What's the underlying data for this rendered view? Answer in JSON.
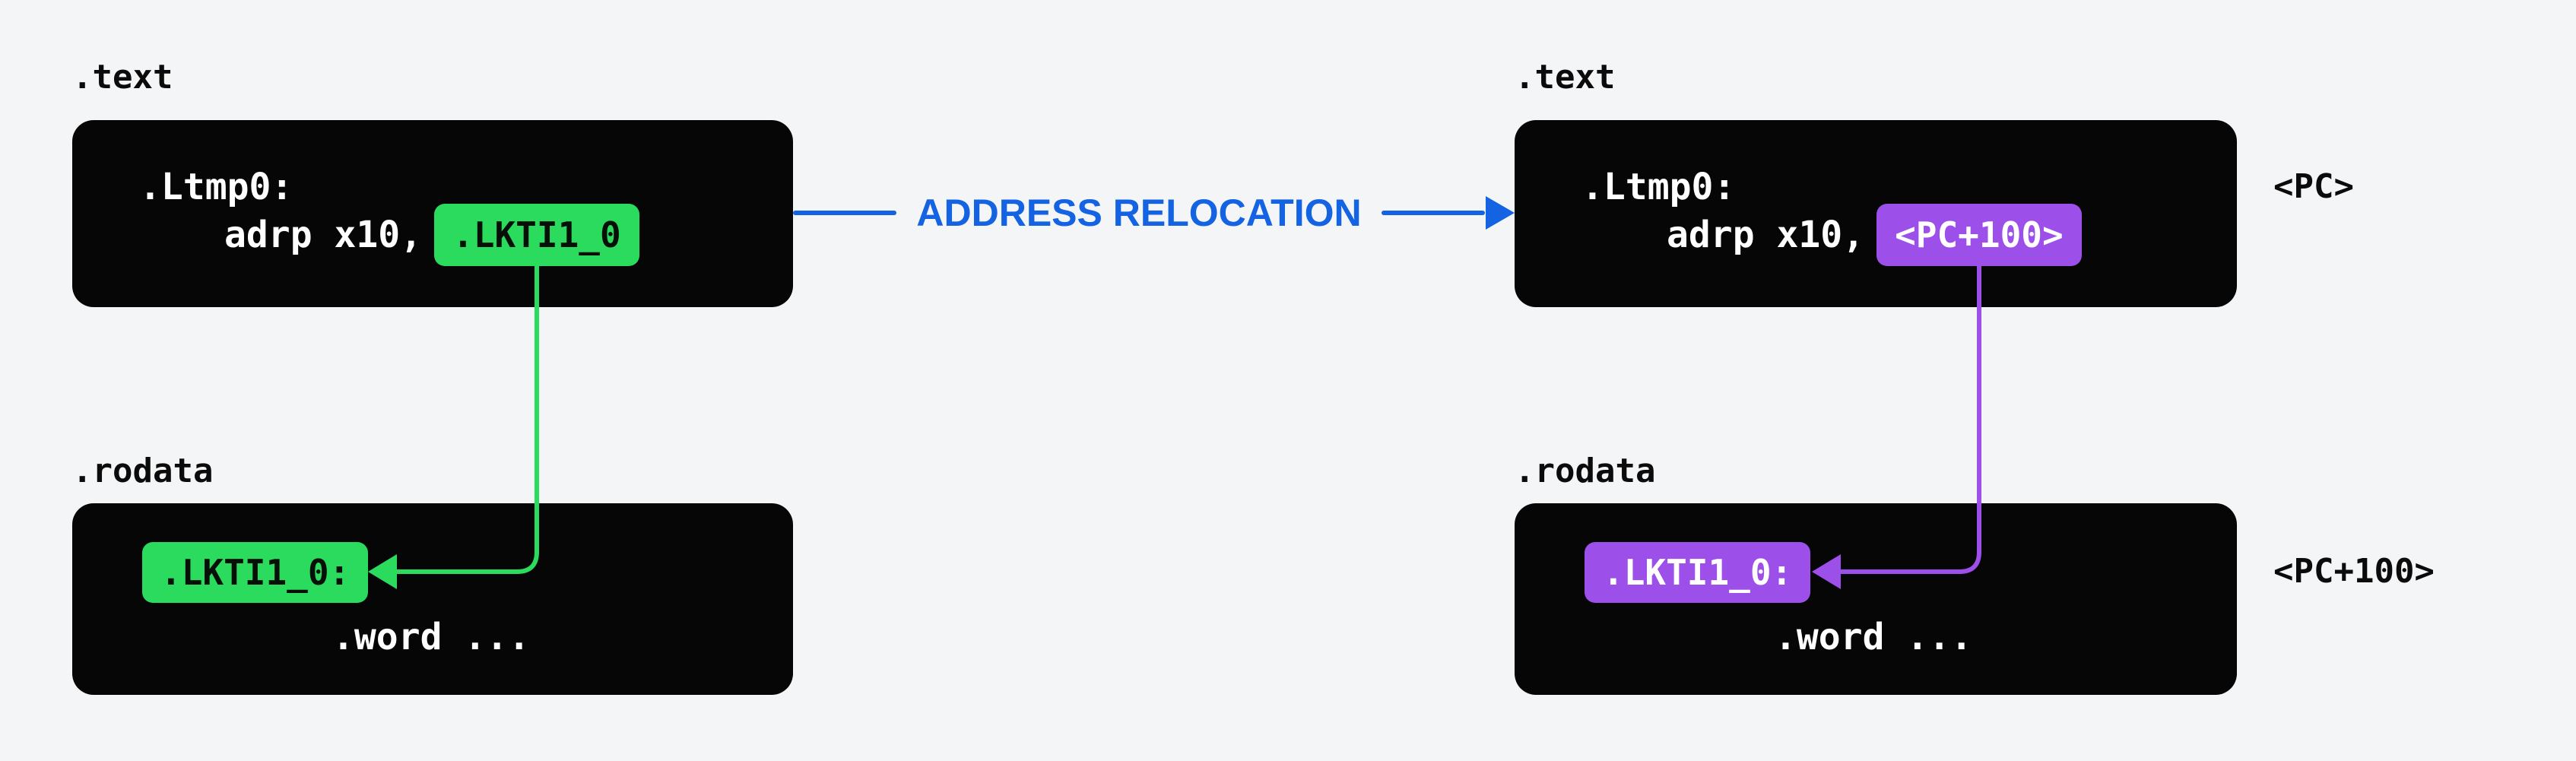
{
  "colors": {
    "background": "#f4f5f7",
    "box": "#060606",
    "green": "#2bdb5e",
    "purple": "#9c4fe9",
    "blue": "#1463e2",
    "label_text": "#0b0b0b",
    "code_text": "#ffffff",
    "badge_text_on_green": "#071008",
    "badge_text_on_purple": "#ffffff"
  },
  "relocation": {
    "label": "ADDRESS RELOCATION"
  },
  "left": {
    "text_section": {
      "label": ".text",
      "symbol_line": ".Ltmp0:",
      "instruction": "adrp x10,",
      "operand_badge": ".LKTI1_0"
    },
    "rodata_section": {
      "label": ".rodata",
      "symbol_badge": ".LKTI1_0:",
      "data_line": ".word ..."
    }
  },
  "right": {
    "text_section": {
      "label": ".text",
      "symbol_line": ".Ltmp0:",
      "instruction": "adrp x10,",
      "operand_badge": "<PC+100>",
      "annotation": "<PC>"
    },
    "rodata_section": {
      "label": ".rodata",
      "symbol_badge": ".LKTI1_0:",
      "data_line": ".word ...",
      "annotation": "<PC+100>"
    }
  }
}
